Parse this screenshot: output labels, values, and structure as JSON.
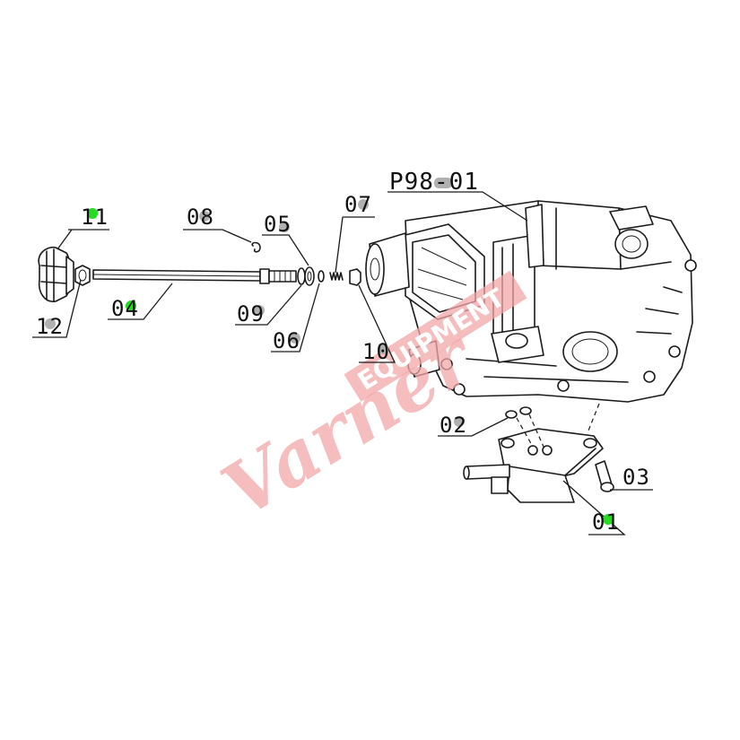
{
  "title_label": "P98-01",
  "watermark": {
    "script_text": "Varner",
    "box_text": "EQUIPMENT",
    "color": "#f2a7a7"
  },
  "callouts": {
    "c11": "11",
    "c12": "12",
    "c04": "04",
    "c08": "08",
    "c09": "09",
    "c05": "05",
    "c06": "06",
    "c07": "07",
    "c10": "10",
    "c02": "02",
    "c03": "03",
    "c01": "01"
  },
  "marker_colors": {
    "green": "#22dd22",
    "gray": "#b0b0b0"
  }
}
